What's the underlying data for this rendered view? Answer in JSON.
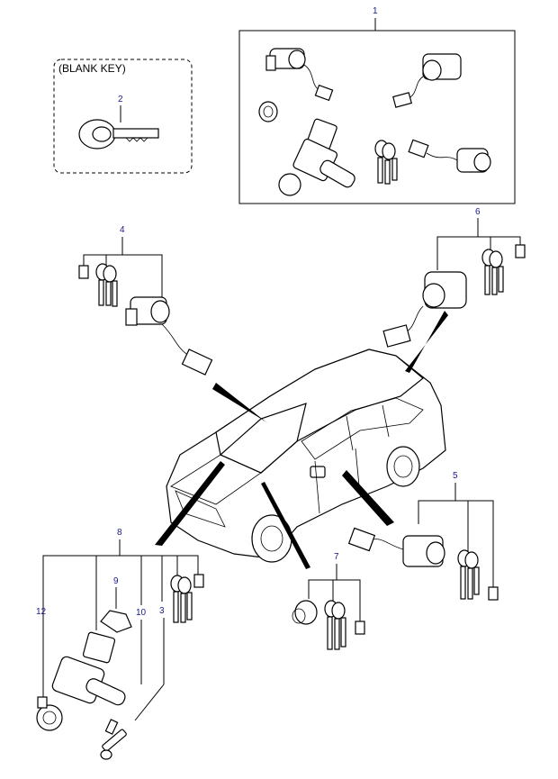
{
  "callouts": {
    "c1": "1",
    "c2": "2",
    "c3": "3",
    "c4": "4",
    "c5": "5",
    "c6": "6",
    "c7": "7",
    "c8": "8",
    "c9": "9",
    "c10": "10",
    "c12": "12"
  },
  "blank_key_label": "(BLANK KEY)",
  "colors": {
    "callout": "#1a1a8c",
    "line": "#000000"
  }
}
